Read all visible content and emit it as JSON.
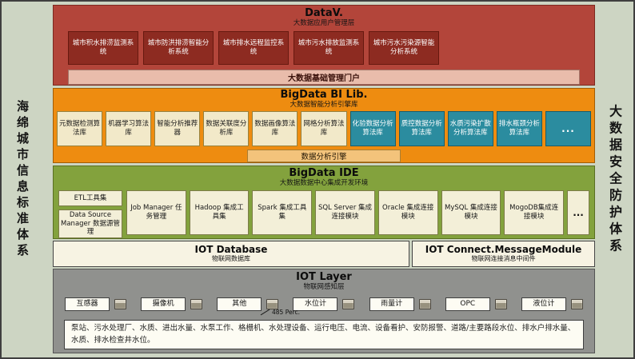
{
  "palette": {
    "background": "#cdd5c3",
    "datav_layer": "#b3453a",
    "datav_box": "#8d2b21",
    "portal_strip": "#e9bcab",
    "bi_layer": "#ee8c10",
    "bi_box_light": "#f2e9c9",
    "bi_box_teal": "#2b8c9f",
    "engine_strip": "#f3c37b",
    "ide_layer": "#83a23d",
    "ide_box": "#f3efd8",
    "band_cell": "#f7f3e3",
    "iot_layer": "#90918e",
    "device_box": "#fdfcf3"
  },
  "side_left": {
    "text": "海绵城市信息标准体系"
  },
  "side_right": {
    "text": "大数据安全防护体系"
  },
  "layers": {
    "datav": {
      "title": "DataV.",
      "subtitle": "大数据应用户管理层",
      "systems": [
        "城市积水排涝监测系统",
        "城市防洪排涝智能分析系统",
        "城市排水远程监控系统",
        "城市污水排放监测系统",
        "城市污水污染源智能分析系统"
      ],
      "portal": "大数据基础管理门户"
    },
    "bi": {
      "title": "BigData BI Lib.",
      "subtitle": "大数据智能分析引擎库",
      "light_boxes": [
        "元数据检测算法库",
        "机器学习算法库",
        "智能分析推荐器",
        "数据关联度分析库",
        "数据画像算法库",
        "网格分析算法库"
      ],
      "teal_boxes": [
        "化验数据分析算法库",
        "质控数据分析算法库",
        "水质污染扩散分析算法库",
        "排水瓶颈分析算法库",
        "..."
      ],
      "engine_strip": "数据分析引擎"
    },
    "ide": {
      "title": "BigData IDE",
      "subtitle": "大数据数据中心集成开发环境",
      "left_boxes": [
        "ETL工具集",
        "Data Source Manager 数据源管理"
      ],
      "boxes": [
        "Job Manager 任务管理",
        "Hadoop 集成工具集",
        "Spark 集成工具集",
        "SQL Server 集成连接模块",
        "Oracle 集成连接模块",
        "MySQL 集成连接模块",
        "MogoDB集成连接模块",
        "..."
      ]
    },
    "iot_db": {
      "title": "IOT Database",
      "subtitle": "物联网数据库"
    },
    "iot_connect": {
      "title": "IOT Connect.MessageModule",
      "subtitle": "物联网连接消息中间件"
    },
    "iot_layer": {
      "title": "IOT Layer",
      "subtitle": "物联网感知层",
      "devices": [
        "互感器",
        "摄像机",
        "其他",
        "水位计",
        "雨量计",
        "OPC",
        "液位计"
      ],
      "connector_icon": "rs485-module-icon",
      "bus_label": "485 Perc.",
      "description": "泵站、污水处理厂、水质、进出水量、水泵工作、格栅机、水处理设备、运行电压、电流、设备看护、安防报警、道路/主要路段水位、排水户排水量、水质、排水检查井水位。"
    }
  }
}
